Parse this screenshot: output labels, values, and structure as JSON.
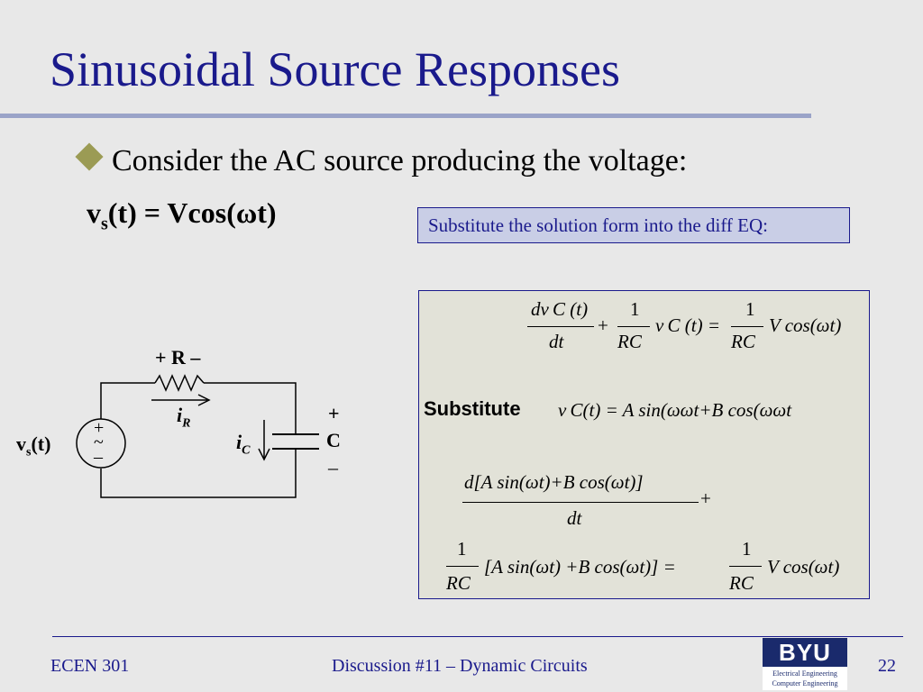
{
  "slide": {
    "title": "Sinusoidal Source Responses",
    "bullet": "Consider the AC source producing the voltage:",
    "formula": {
      "v": "v",
      "sub": "s",
      "rest": "(t) = Vcos(ωt)"
    },
    "callout": "Substitute the solution form into the diff EQ:"
  },
  "circuit": {
    "source_label_v": "v",
    "source_label_sub": "s",
    "source_label_rest": "(t)",
    "source_plus": "+",
    "source_tilde": "~",
    "source_minus": "–",
    "resistor_label": "+ R –",
    "ir_i": "i",
    "ir_sub": "R",
    "ic_i": "i",
    "ic_sub": "C",
    "cap_plus": "+",
    "cap_label": "C",
    "cap_minus": "–"
  },
  "equations": {
    "substitute_label": "Substitute",
    "subst_expr": "v C(t) = A sin(ωωt+B cos(ωωt",
    "eq1_num1": "dv C (t)",
    "eq1_den1": "dt",
    "eq1_plus": "+",
    "eq1_num2": "1",
    "eq1_den2": "RC",
    "eq1_mid": "v C (t) =",
    "eq1_num3": "1",
    "eq1_den3": "RC",
    "eq1_rhs": "V cos(ωt)",
    "eq3_num": "d[A sin(ωt)+B cos(ωt)]",
    "eq3_den": "dt",
    "eq3_plus": "+",
    "eq4_num1": "1",
    "eq4_den1": "RC",
    "eq4_mid": "[A sin(ωt) +B cos(ωt)] =",
    "eq4_num2": "1",
    "eq4_den2": "RC",
    "eq4_rhs": "V cos(ωt)"
  },
  "footer": {
    "course": "ECEN 301",
    "center": "Discussion #11 – Dynamic Circuits",
    "page": "22",
    "logo_text": "BYU",
    "logo_sub1": "Electrical Engineering",
    "logo_sub2": "Computer Engineering"
  },
  "colors": {
    "title": "#1a1a8c",
    "bullet_diamond": "#9b9b54",
    "callout_bg": "#c9cee6"
  }
}
